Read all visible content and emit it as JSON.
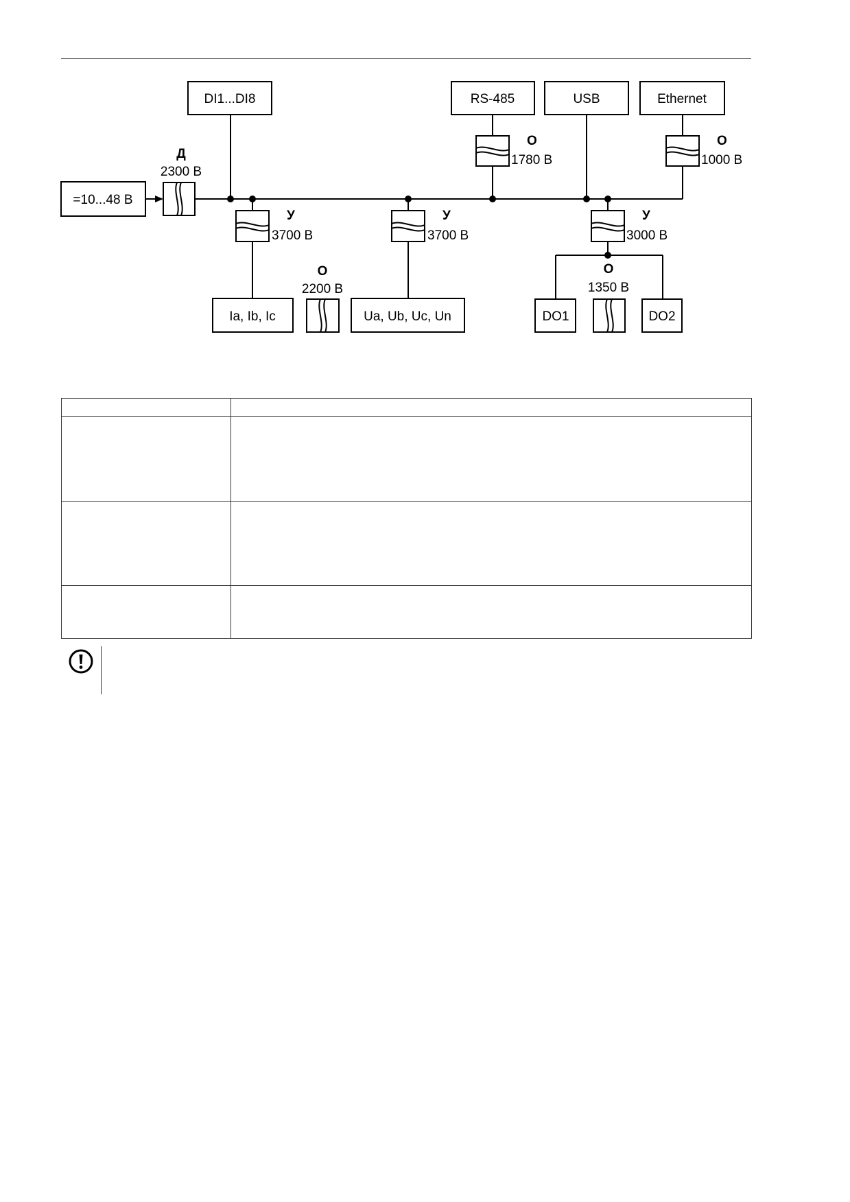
{
  "diagram": {
    "blocks": {
      "power": "=10...48 В",
      "di": "DI1...DI8",
      "rs485": "RS-485",
      "usb": "USB",
      "ethernet": "Ethernet",
      "current": "Ia, Ib, Ic",
      "voltage": "Ua, Ub, Uc, Un",
      "do1": "DO1",
      "do2": "DO2"
    },
    "isolation": {
      "power": {
        "type": "Д",
        "voltage": "2300 В"
      },
      "current": {
        "type": "У",
        "voltage": "3700 В"
      },
      "voltage": {
        "type": "У",
        "voltage": "3700 В"
      },
      "rs485": {
        "type": "О",
        "voltage": "1780 В"
      },
      "ethernet": {
        "type": "О",
        "voltage": "1000 В"
      },
      "outputs": {
        "type": "У",
        "voltage": "3000 В"
      },
      "current_voltage_gap": {
        "type": "О",
        "voltage": "2200 В"
      },
      "do_gap": {
        "type": "О",
        "voltage": "1350 В"
      }
    }
  },
  "table": {
    "rows": [
      {
        "col1": "",
        "col2": ""
      },
      {
        "col1": "",
        "col2": ""
      },
      {
        "col1": "",
        "col2": ""
      },
      {
        "col1": "",
        "col2": ""
      }
    ]
  },
  "note": {
    "icon": "exclamation-circle-icon",
    "text": ""
  }
}
